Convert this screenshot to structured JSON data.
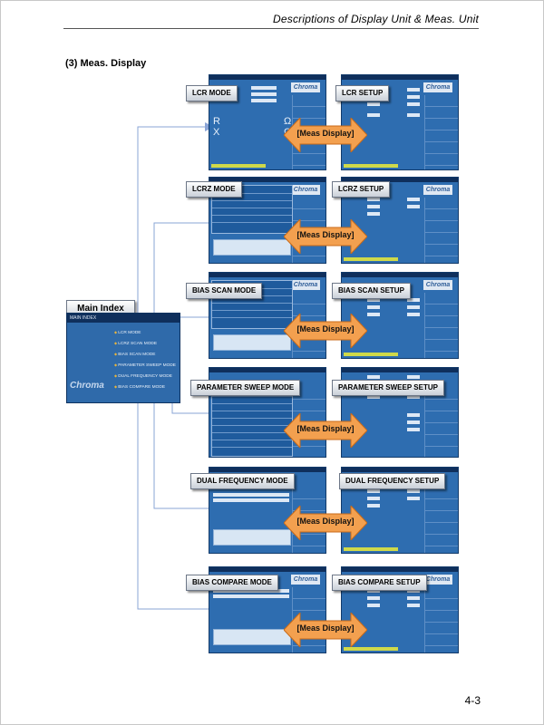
{
  "header": {
    "title": "Descriptions  of  Display  Unit  &  Meas.  Unit"
  },
  "section": {
    "title": "(3)  Meas. Display"
  },
  "page_number": "4-3",
  "main_index": {
    "label": "Main Index",
    "screen_title": "MAIN INDEX",
    "brand": "Chroma",
    "items": [
      "LCR MODE",
      "LCRZ SCAN MODE",
      "BIAS SCAN MODE",
      "PARAMETER SWEEP MODE",
      "DUAL FREQUENCY MODE",
      "BIAS COMPARE MODE"
    ]
  },
  "brand": "Chroma",
  "arrow_text": "[Meas Display]",
  "rows": [
    {
      "mode_label": "LCR MODE",
      "setup_label": "LCR SETUP"
    },
    {
      "mode_label": "LCRZ MODE",
      "setup_label": "LCRZ SETUP"
    },
    {
      "mode_label": "BIAS SCAN MODE",
      "setup_label": "BIAS SCAN SETUP"
    },
    {
      "mode_label": "PARAMETER SWEEP MODE",
      "setup_label": "PARAMETER SWEEP SETUP"
    },
    {
      "mode_label": "DUAL FREQUENCY MODE",
      "setup_label": "DUAL FREQUENCY SETUP"
    },
    {
      "mode_label": "BIAS COMPARE MODE",
      "setup_label": "BIAS COMPARE SETUP"
    }
  ],
  "lcr_screen_symbols": {
    "r": "R",
    "x": "X",
    "omega1": "Ω",
    "omega2": "Ω"
  },
  "colors": {
    "screen_blue": "#2e6db0",
    "arrow_orange": "#f3a04f",
    "connector": "#8aa4d6"
  }
}
